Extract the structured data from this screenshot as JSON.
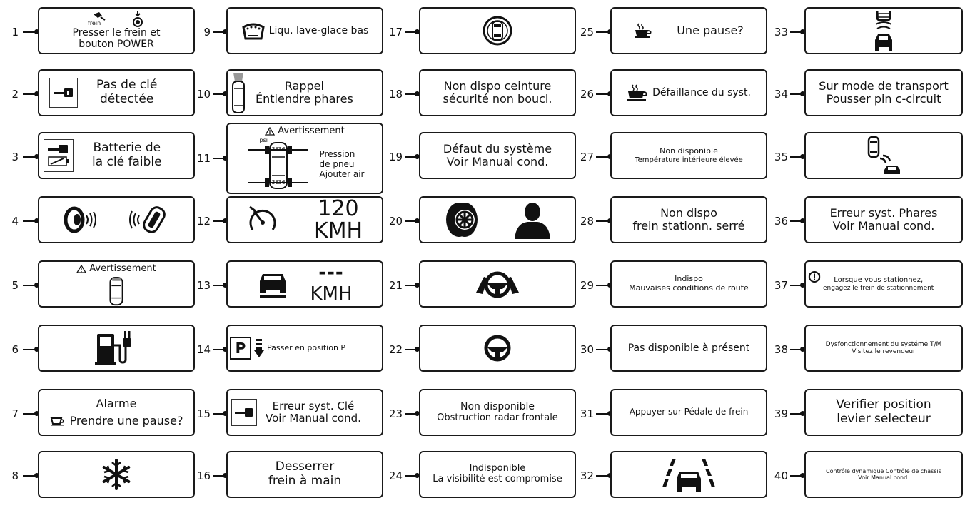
{
  "items": [
    {
      "num": "1",
      "lines": [
        "Presser le frein et",
        "bouton POWER"
      ],
      "small": "frein",
      "icons": [
        "brake-pedal-icon",
        "power-button-icon"
      ]
    },
    {
      "num": "2",
      "lines": [
        "Pas de clé",
        "détectée"
      ],
      "icons": [
        "key-fob-icon"
      ]
    },
    {
      "num": "3",
      "lines": [
        "Batterie de",
        "la clé faible"
      ],
      "icons": [
        "key-battery-icon"
      ]
    },
    {
      "num": "4",
      "lines": [],
      "icons": [
        "key-signal-icon",
        "key-fob-signal-icon"
      ]
    },
    {
      "num": "5",
      "lines": [
        "Avertissement"
      ],
      "icons": [
        "warning-triangle-icon",
        "car-top-icon"
      ]
    },
    {
      "num": "6",
      "lines": [],
      "icons": [
        "charging-pump-icon"
      ]
    },
    {
      "num": "7",
      "lines": [
        "Alarme",
        "Prendre une pause?"
      ],
      "icons": [
        "coffee-cup-icon"
      ]
    },
    {
      "num": "8",
      "lines": [],
      "icons": [
        "snowflake-icon"
      ]
    },
    {
      "num": "9",
      "lines": [
        "Liqu. lave-glace bas"
      ],
      "icons": [
        "washer-fluid-icon"
      ]
    },
    {
      "num": "10",
      "lines": [
        "Rappel",
        "Éntiendre phares"
      ],
      "icons": [
        "car-headlight-icon"
      ]
    },
    {
      "num": "11",
      "lines": [
        "Avertissement",
        "Pression",
        "de pneu",
        "Ajouter air"
      ],
      "psi": "psi",
      "tire_values": [
        "36",
        "36",
        "36",
        "36"
      ],
      "icons": [
        "warning-triangle-icon",
        "tire-pressure-car-icon"
      ]
    },
    {
      "num": "12",
      "lines": [
        "120",
        "KMH"
      ],
      "icons": [
        "speedometer-icon"
      ]
    },
    {
      "num": "13",
      "lines": [
        "---",
        "KMH"
      ],
      "icons": [
        "lead-car-icon"
      ]
    },
    {
      "num": "14",
      "lines": [
        "Passer en position P"
      ],
      "park": "P",
      "icons": [
        "park-arrow-icon"
      ]
    },
    {
      "num": "15",
      "lines": [
        "Erreur syst. Clé",
        "Voir Manual cond."
      ],
      "icons": [
        "key-fob-icon"
      ]
    },
    {
      "num": "16",
      "lines": [
        "Desserrer",
        "frein à main"
      ],
      "icons": []
    },
    {
      "num": "17",
      "lines": [],
      "icons": [
        "car-sensor-circle-icon"
      ]
    },
    {
      "num": "18",
      "lines": [
        "Non dispo ceinture",
        "sécurité non boucl."
      ],
      "icons": []
    },
    {
      "num": "19",
      "lines": [
        "Défaut du système",
        "Voir Manual cond."
      ],
      "icons": []
    },
    {
      "num": "20",
      "lines": [],
      "icons": [
        "wheel-icon",
        "person-icon"
      ]
    },
    {
      "num": "21",
      "lines": [],
      "icons": [
        "steering-hands-icon"
      ]
    },
    {
      "num": "22",
      "lines": [],
      "icons": [
        "steering-wheel-icon"
      ]
    },
    {
      "num": "23",
      "lines": [
        "Non disponible",
        "Obstruction radar frontale"
      ],
      "icons": []
    },
    {
      "num": "24",
      "lines": [
        "Indisponible",
        "La visibilité est compromise"
      ],
      "icons": []
    },
    {
      "num": "25",
      "lines": [
        "Une pause?"
      ],
      "icons": [
        "coffee-cup-icon"
      ]
    },
    {
      "num": "26",
      "lines": [
        "Défaillance du syst."
      ],
      "icons": [
        "coffee-cup-icon"
      ]
    },
    {
      "num": "27",
      "lines": [
        "Non disponible",
        "Température intérieure élevée"
      ],
      "icons": []
    },
    {
      "num": "28",
      "lines": [
        "Non dispo",
        "frein stationn. serré"
      ],
      "icons": []
    },
    {
      "num": "29",
      "lines": [
        "Indispo",
        "Mauvaises conditions de route"
      ],
      "icons": []
    },
    {
      "num": "30",
      "lines": [
        "Pas disponible à présent"
      ],
      "icons": []
    },
    {
      "num": "31",
      "lines": [
        "Appuyer sur Pédale de frein"
      ],
      "icons": []
    },
    {
      "num": "32",
      "lines": [],
      "icons": [
        "lane-car-icon"
      ]
    },
    {
      "num": "33",
      "lines": [],
      "icons": [
        "car-distance-icon"
      ]
    },
    {
      "num": "34",
      "lines": [
        "Sur mode de transport",
        "Pousser pin c-circuit"
      ],
      "icons": []
    },
    {
      "num": "35",
      "lines": [],
      "icons": [
        "car-following-icon"
      ]
    },
    {
      "num": "36",
      "lines": [
        "Erreur syst. Phares",
        "Voir Manual cond."
      ],
      "icons": []
    },
    {
      "num": "37",
      "lines": [
        "Lorsque vous stationnez,",
        "engagez le frein de stationnement"
      ],
      "icons": [
        "alert-circle-icon"
      ]
    },
    {
      "num": "38",
      "lines": [
        "Dysfonctionnement du systéme T/M",
        "Visitez le revendeur"
      ],
      "icons": []
    },
    {
      "num": "39",
      "lines": [
        "Verifier position",
        "levier selecteur"
      ],
      "icons": []
    },
    {
      "num": "40",
      "lines": [
        "Contrôle dynamique Contrôle de chassis",
        "Voir Manual cond."
      ],
      "icons": []
    }
  ]
}
